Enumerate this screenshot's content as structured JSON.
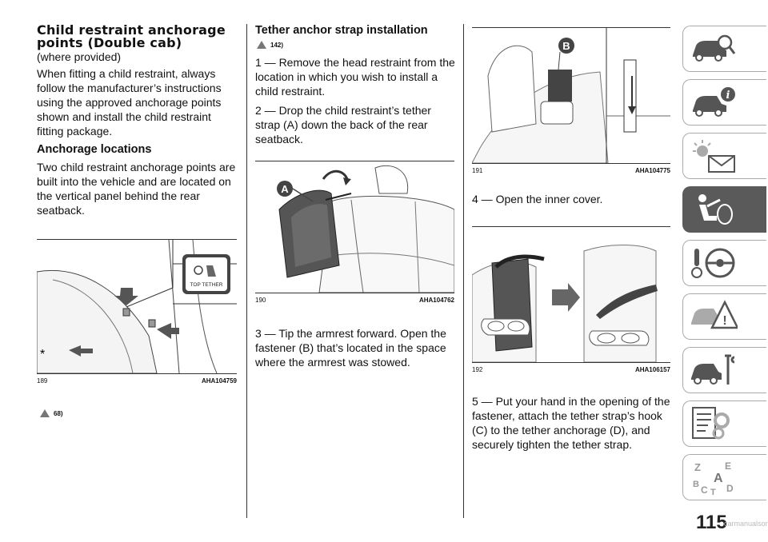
{
  "col1": {
    "title": "Child restraint anchorage points (Double cab)",
    "subtitle": "(where provided)",
    "intro": "When fitting a child restraint, always follow the manufacturer’s instructions using the approved anchorage points shown and install the child restraint fitting package.",
    "heading": "Anchorage locations",
    "body": "Two child restraint anchorage points are built into the vehicle and are located on the vertical panel behind the rear seatback.",
    "fig": {
      "num": "189",
      "code": "AHA104759",
      "badge_text": "TOP TETHER",
      "marker": "*"
    },
    "warning": "68)"
  },
  "col2": {
    "heading": "Tether anchor strap installation",
    "warning": "142)",
    "step1": "1 — Remove the head restraint from the location in which you wish to install a child restraint.",
    "step2": "2 — Drop the child restraint’s tether strap (A) down the back of the rear seatback.",
    "fig": {
      "num": "190",
      "code": "AHA104762",
      "label": "A"
    },
    "step3": "3 — Tip the armrest forward. Open the fastener (B) that’s located in the space where the armrest was stowed."
  },
  "col3": {
    "fig1": {
      "num": "191",
      "code": "AHA104775",
      "label": "B"
    },
    "step4": "4 — Open the inner cover.",
    "fig2": {
      "num": "192",
      "code": "AHA106157"
    },
    "step5": "5 — Put your hand in the opening of the fastener, attach the tether strap’s hook (C) to the tether anchorage (D), and securely tighten the tether strap."
  },
  "tabs": [
    {
      "icon": "car-search-icon"
    },
    {
      "icon": "car-info-icon"
    },
    {
      "icon": "warning-lights-icon"
    },
    {
      "icon": "airbag-seat-icon",
      "active": true
    },
    {
      "icon": "steering-key-icon"
    },
    {
      "icon": "car-warning-icon"
    },
    {
      "icon": "car-service-icon"
    },
    {
      "icon": "technical-data-icon"
    },
    {
      "icon": "alphabetical-index-icon",
      "letters": "ZEABCTD"
    }
  ],
  "page": {
    "number": "115",
    "watermark": "carmanualsonline.info"
  }
}
